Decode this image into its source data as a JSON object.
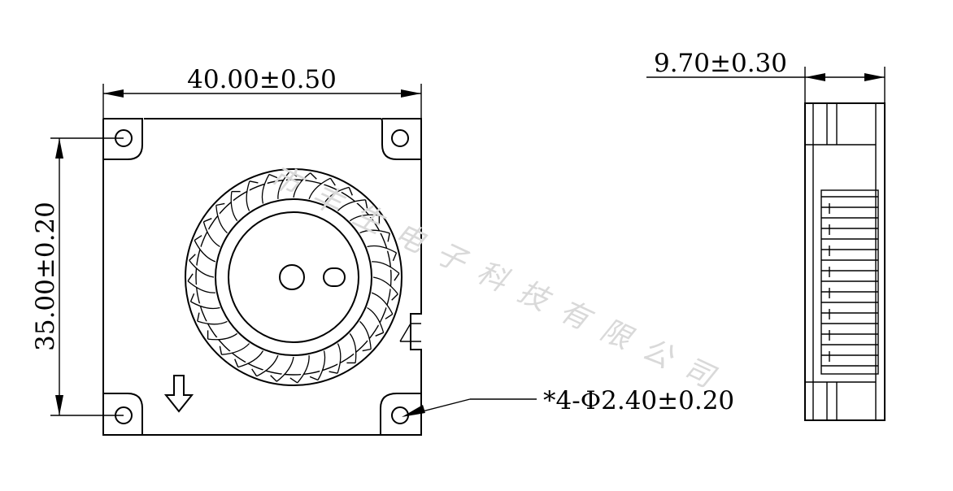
{
  "dimensions": {
    "width_label": "40.00±0.50",
    "height_label": "35.00±0.20",
    "thickness_label": "9.70±0.30",
    "hole_label": "*4-Φ2.40±0.20"
  },
  "watermark": "市丰生电子科技有限公司",
  "icons": {
    "airflow": "down-arrow-icon"
  }
}
